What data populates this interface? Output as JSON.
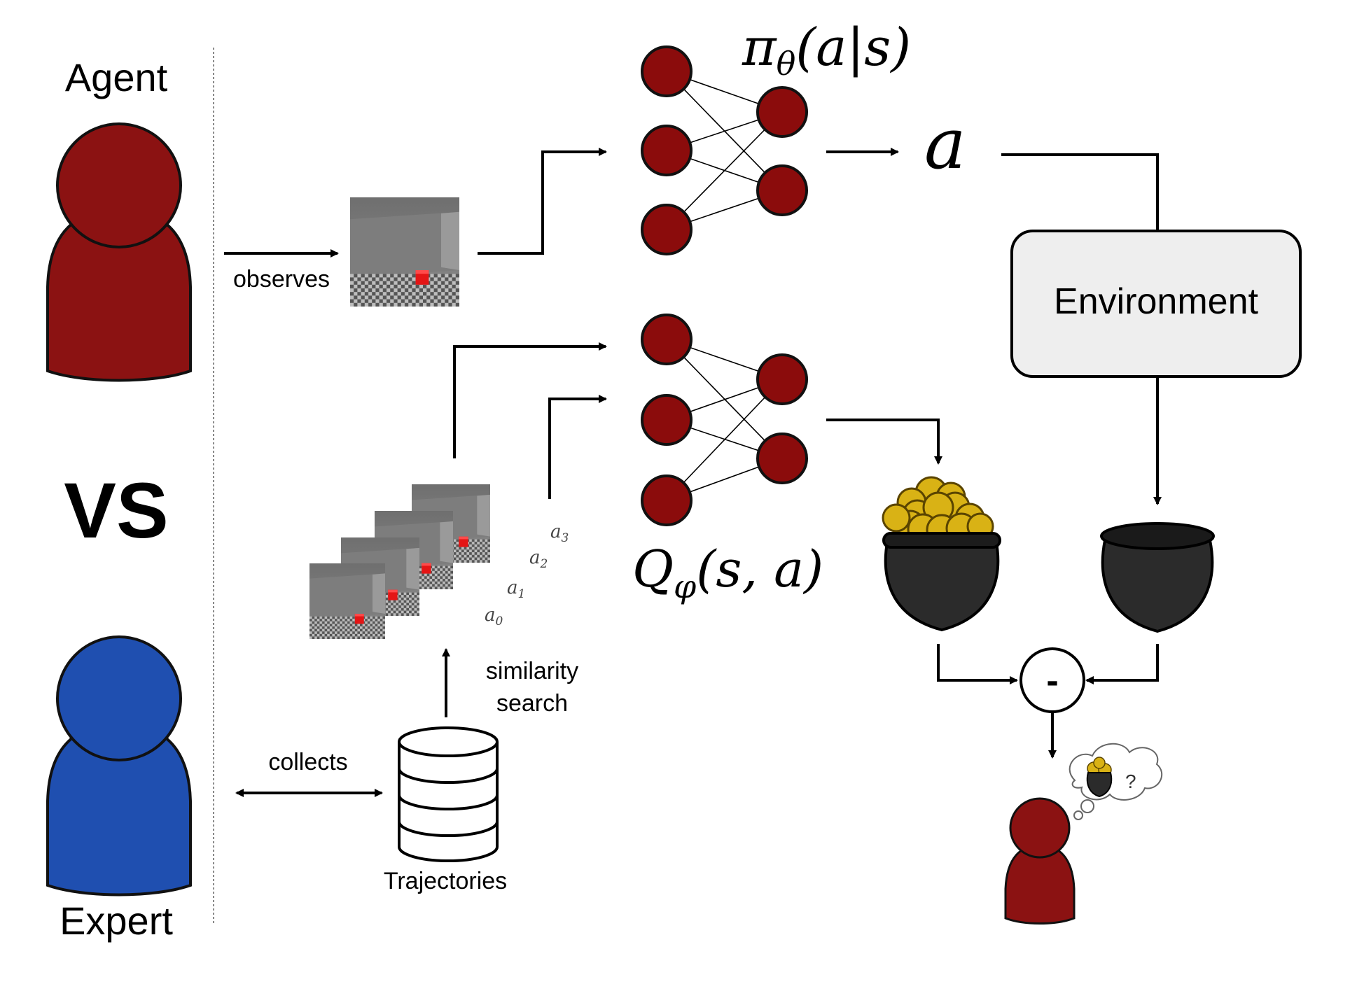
{
  "colors": {
    "agent": "#8b1212",
    "expert": "#1f4fb0",
    "node": "#8b0c0c",
    "pot": "#2b2b2b",
    "coin": "#d9b215",
    "env_fill": "#eeeeee"
  },
  "labels": {
    "agent": "Agent",
    "vs": "VS",
    "expert": "Expert",
    "observes": "observes",
    "collects": "collects",
    "similarity_search_line1": "similarity",
    "similarity_search_line2": "search",
    "trajectories": "Trajectories",
    "environment": "Environment",
    "action": "a",
    "minus": "-",
    "question": "?"
  },
  "math": {
    "policy": {
      "symbol": "π",
      "sub": "θ",
      "args": "(a|s)"
    },
    "qfunc": {
      "symbol": "Q",
      "sub": "φ",
      "args": "(s, a)"
    },
    "actions": [
      {
        "base": "a",
        "sub": "0"
      },
      {
        "base": "a",
        "sub": "1"
      },
      {
        "base": "a",
        "sub": "2"
      },
      {
        "base": "a",
        "sub": "3"
      }
    ]
  },
  "icons": [
    "agent-person-icon",
    "expert-person-icon",
    "database-icon",
    "pot-of-gold-icon",
    "empty-pot-icon",
    "small-agent-icon",
    "thought-bubble-icon"
  ]
}
